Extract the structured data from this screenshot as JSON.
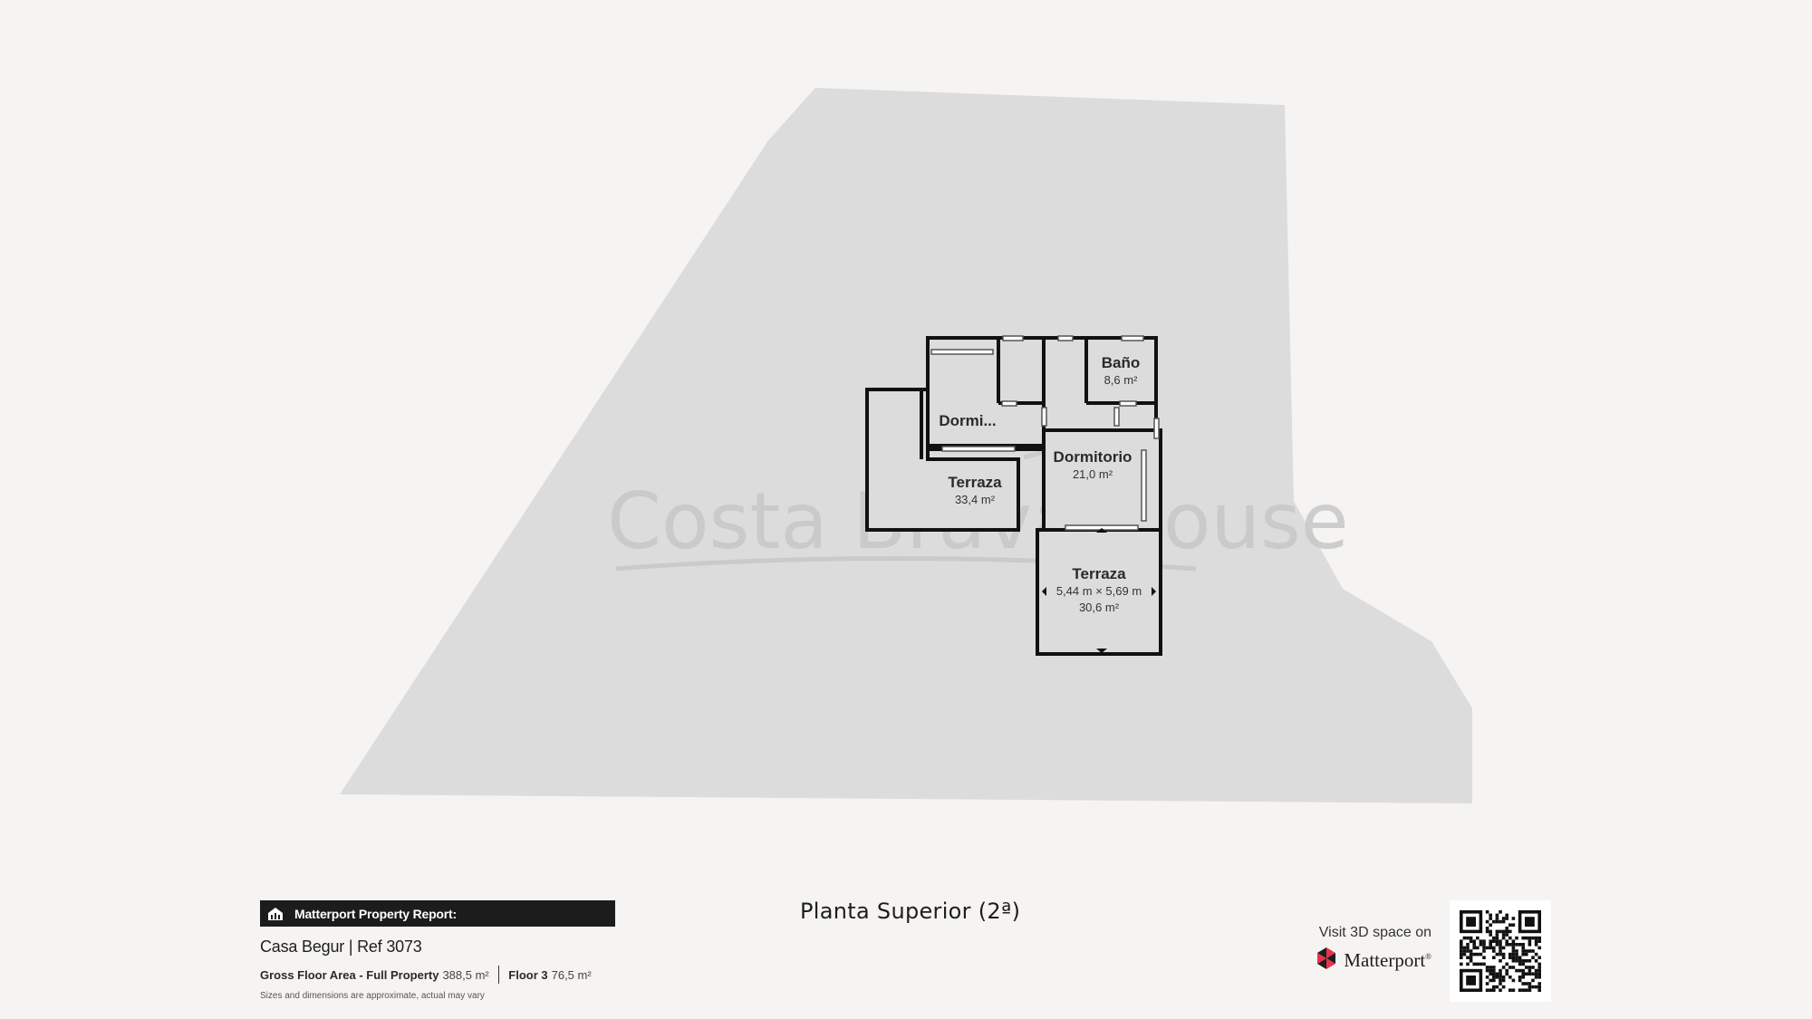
{
  "watermark": "Costa Brava House",
  "rooms": [
    {
      "id": "bano",
      "name": "Baño",
      "area": "8,6 m²"
    },
    {
      "id": "dormi-small",
      "name": "Dormi..."
    },
    {
      "id": "dormitorio",
      "name": "Dormitorio",
      "area": "21,0 m²"
    },
    {
      "id": "terraza-left",
      "name": "Terraza",
      "area": "33,4 m²"
    },
    {
      "id": "terraza-bottom",
      "name": "Terraza",
      "dimensions": "5,44 m × 5,69 m",
      "area": "30,6 m²"
    }
  ],
  "floor_title": "Planta Superior (2ª)",
  "report": {
    "header": "Matterport Property Report:",
    "property": "Casa Begur | Ref 3073",
    "gross_label": "Gross Floor Area - Full Property",
    "gross_value": "388,5 m²",
    "floor_label": "Floor 3",
    "floor_value": "76,5 m²",
    "note": "Sizes and dimensions are approximate, actual may vary"
  },
  "visit": {
    "text": "Visit 3D space on",
    "brand": "Matterport",
    "brand_mark": "®"
  },
  "icons": [
    "building-icon",
    "matterport-logo-icon",
    "qr-code"
  ]
}
